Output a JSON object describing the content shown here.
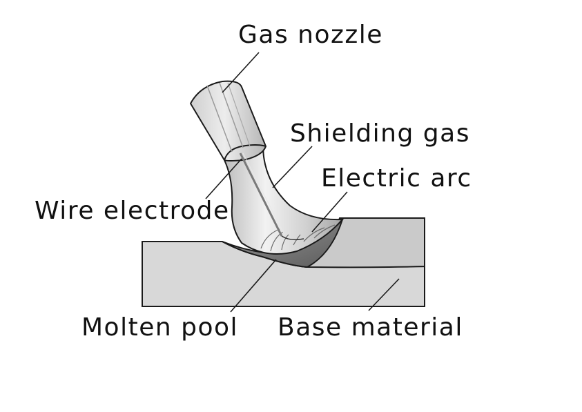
{
  "labels": {
    "gas_nozzle": "Gas nozzle",
    "shielding_gas": "Shielding gas",
    "electric_arc": "Electric arc",
    "wire_electrode": "Wire electrode",
    "molten_pool": "Molten pool",
    "base_material": "Base material"
  },
  "colors": {
    "background": "#ffffff",
    "outline": "#1a1a1a",
    "base_front": "#d6d6d6",
    "base_top": "#c7c7c7",
    "pool_dark": "#6e6e6e",
    "nozzle_light": "#e6e6e6",
    "nozzle_mid": "#b9b9b9",
    "gas_highlight": "#f4f4f4",
    "gas_shadow": "#9a9a9a"
  }
}
